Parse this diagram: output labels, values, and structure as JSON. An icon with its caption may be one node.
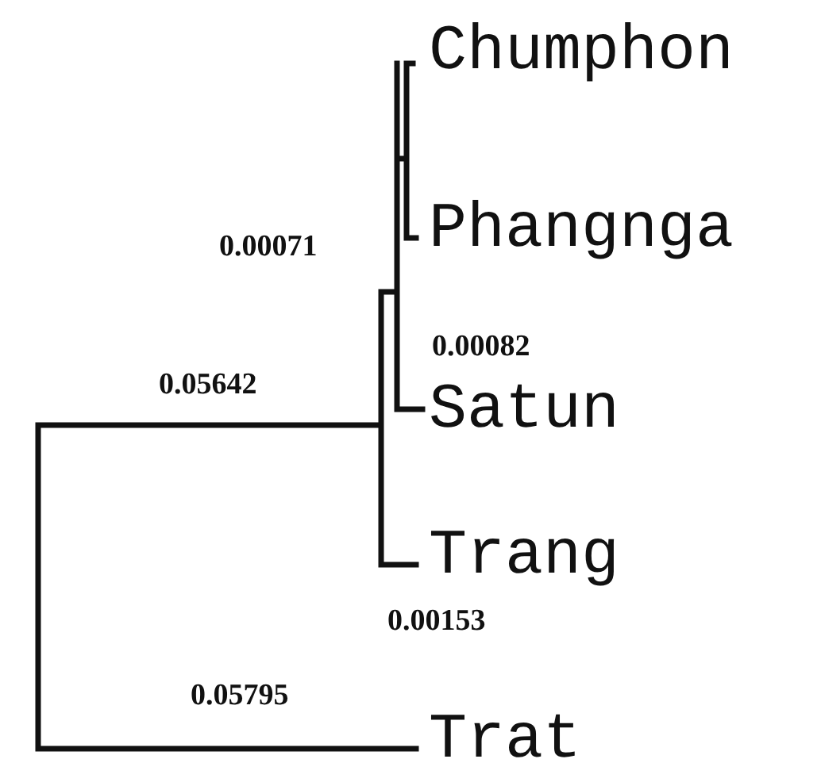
{
  "diagram": {
    "labels": [
      "Chumphon",
      "Phangnga",
      "0.00071",
      "0.00082",
      "0.05642",
      "Satun",
      "Trang",
      "0.00153",
      "0.05795",
      "Trat"
    ]
  }
}
